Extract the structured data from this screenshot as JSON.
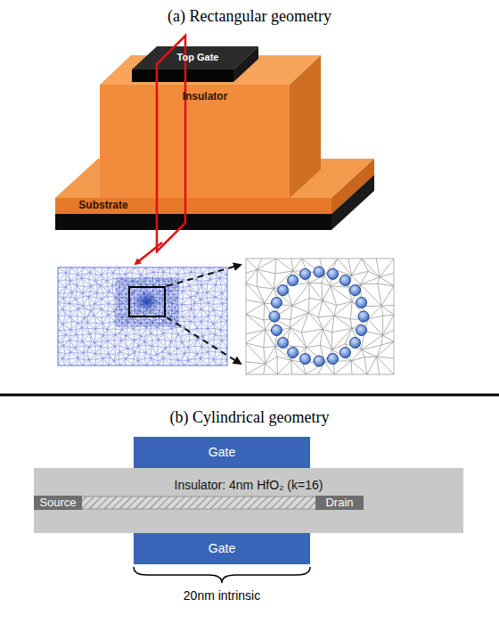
{
  "diagram": {
    "nodes": [
      {
        "text": [
          "Top Gate"
        ]
      },
      {
        "text": [
          "Insulator"
        ]
      },
      {
        "text": [
          "Substrate"
        ]
      },
      {
        "text": [
          "Gate"
        ]
      },
      {
        "text": [
          "Insulator: 4nm HfO₂ (k=16)"
        ]
      },
      {
        "text": [
          "Source"
        ],
        "in": 4
      },
      {
        "text": [
          "Drain"
        ],
        "in": 4
      },
      {
        "text": [
          "Gate"
        ]
      }
    ],
    "labels": [
      "(a) Rectangular geometry",
      "(b) Cylindrical geometry",
      "20nm intrinsic"
    ]
  }
}
